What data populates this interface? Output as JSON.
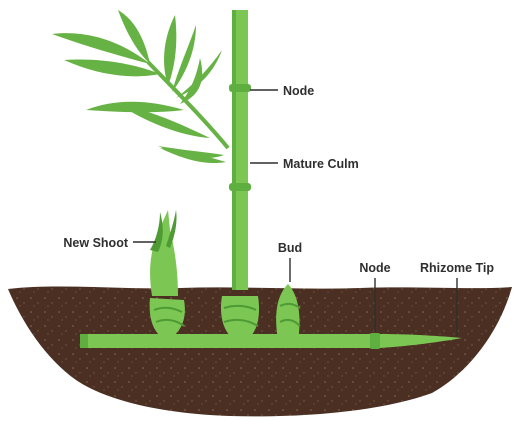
{
  "diagram": {
    "labels": {
      "node_upper": "Node",
      "mature_culm": "Mature Culm",
      "new_shoot": "New Shoot",
      "bud": "Bud",
      "node_rhizome": "Node",
      "rhizome_tip": "Rhizome Tip"
    },
    "colors": {
      "background": "#ffffff",
      "soil": "#4a2f22",
      "soil_speckle": "#8a6a55",
      "plant_green": "#7cc653",
      "plant_green_dark": "#4e9a35",
      "leaf_green": "#67b244",
      "label_text": "#2f2f2f",
      "leader_line": "#2f2f2f"
    }
  }
}
